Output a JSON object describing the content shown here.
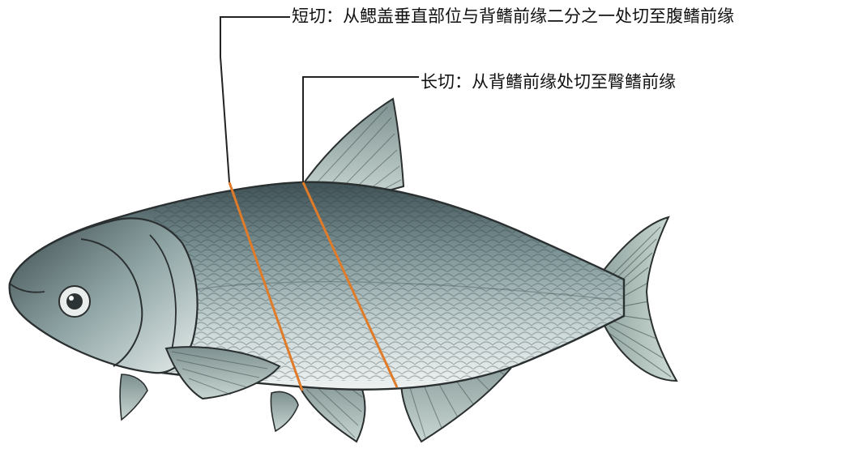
{
  "annotations": {
    "short_cut": {
      "label": "短切：从鳃盖垂直部位与背鳍前缘二分之一处切至腹鳍前缘"
    },
    "long_cut": {
      "label": "长切：从背鳍前缘处切至臀鳍前缘"
    }
  },
  "colors": {
    "cut_line": "#e07b2a",
    "leader_line": "#222222",
    "fish_back": "#5e7478",
    "fish_belly": "#dde6e6",
    "fin": "#a9b9b5",
    "outline": "#2a2f30"
  },
  "icons": {
    "subject": "fish-illustration"
  }
}
